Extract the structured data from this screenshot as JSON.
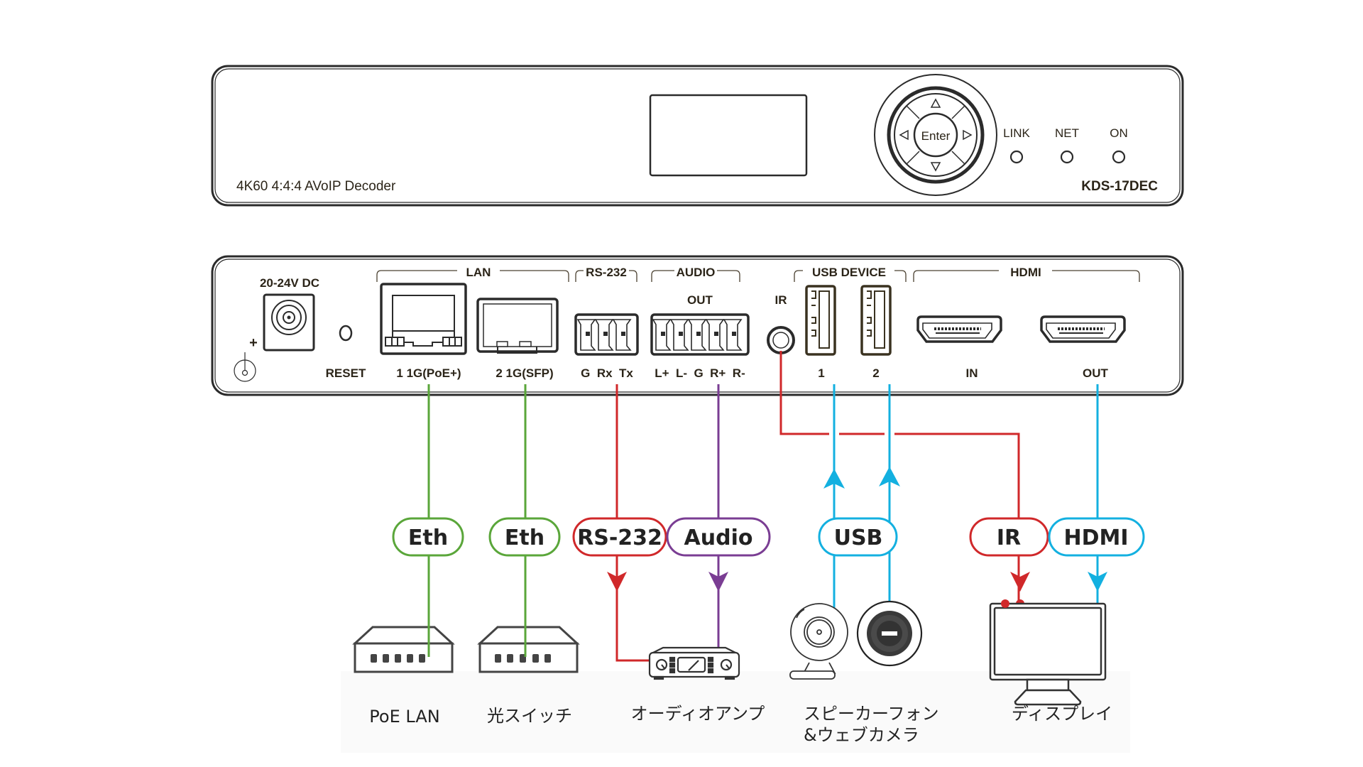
{
  "front_panel": {
    "model_description": "4K60 4:4:4 AVoIP Decoder",
    "model_name": "KDS-17DEC",
    "enter_button": "Enter",
    "leds": [
      {
        "label": "LINK"
      },
      {
        "label": "NET"
      },
      {
        "label": "ON"
      }
    ]
  },
  "rear_panel": {
    "power_label": "20-24V DC",
    "power_polarity": "+",
    "reset_label": "RESET",
    "groups": {
      "lan": "LAN",
      "rs232": "RS-232",
      "audio": "AUDIO",
      "audio_sub": "OUT",
      "ir": "IR",
      "usb": "USB DEVICE",
      "hdmi": "HDMI"
    },
    "ports": {
      "lan1": "1 1G(PoE+)",
      "lan2": "2 1G(SFP)",
      "rs232_pins": "G  Rx  Tx",
      "audio_pins": "L+  L-  G  R+  R-",
      "usb1": "1",
      "usb2": "2",
      "hdmi_in": "IN",
      "hdmi_out": "OUT"
    }
  },
  "connections": [
    {
      "label": "Eth",
      "color": "#5aa63a",
      "device": "PoE LAN"
    },
    {
      "label": "Eth",
      "color": "#5aa63a",
      "device": "光スイッチ"
    },
    {
      "label": "RS-232",
      "color": "#d0282a",
      "device": "オーディオアンプ"
    },
    {
      "label": "Audio",
      "color": "#7a3d93",
      "device": "オーディオアンプ"
    },
    {
      "label": "USB",
      "color": "#13b0e0",
      "device": "スピーカーフォン&ウェブカメラ"
    },
    {
      "label": "IR",
      "color": "#d0282a",
      "device": "ディスプレイ"
    },
    {
      "label": "HDMI",
      "color": "#13b0e0",
      "device": "ディスプレイ"
    }
  ],
  "devices": {
    "poe_lan": "PoE LAN",
    "optical_switch": "光スイッチ",
    "audio_amp": "オーディオアンプ",
    "speakerphone_line1": "スピーカーフォン",
    "speakerphone_line2": "&ウェブカメラ",
    "display": "ディスプレイ"
  },
  "colors": {
    "ethernet": "#5aa63a",
    "red": "#d0282a",
    "audio": "#7a3d93",
    "blue": "#13b0e0",
    "outline": "#2b2b2b"
  }
}
